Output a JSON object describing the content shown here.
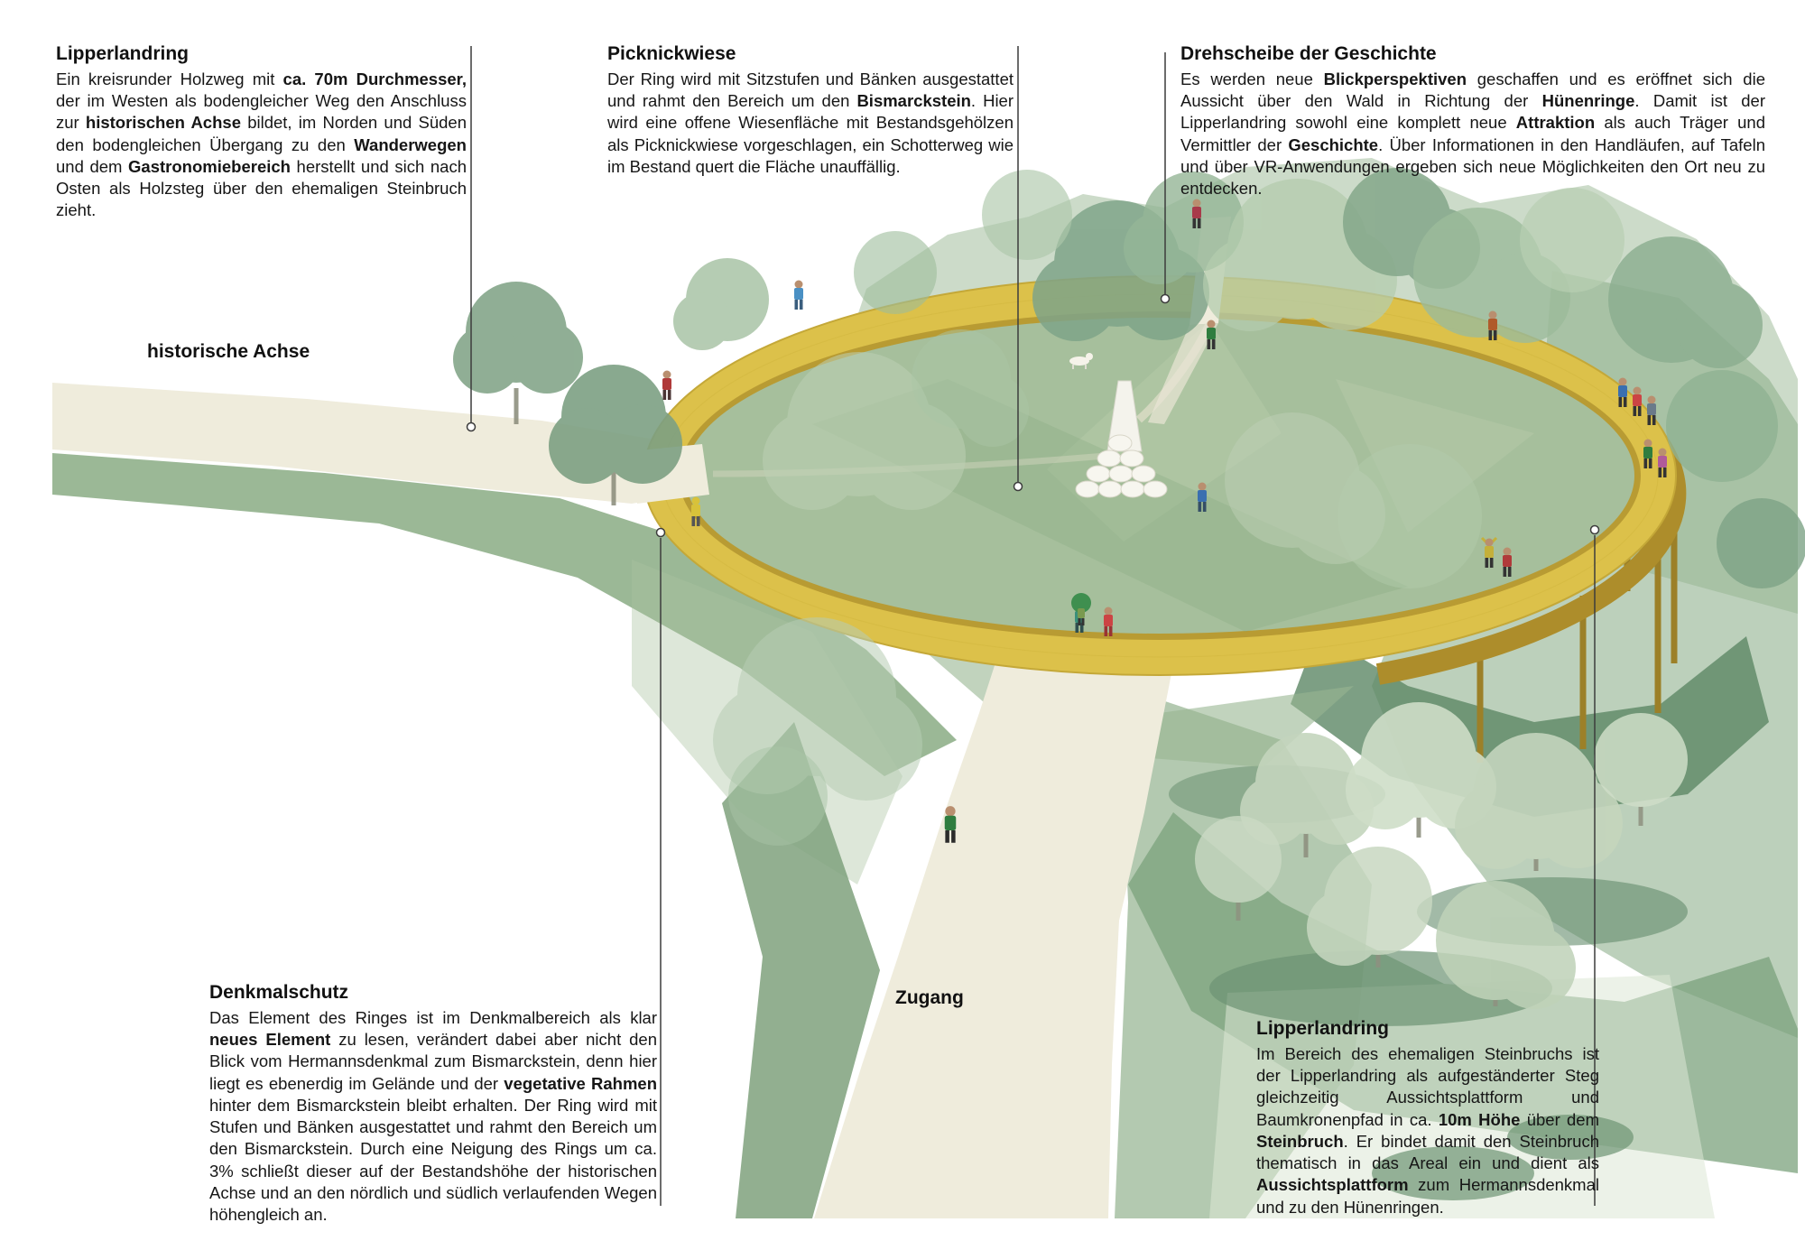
{
  "diagram": {
    "labels": {
      "historische_achse": "historische Achse",
      "zugang": "Zugang"
    }
  },
  "annotations": {
    "lipperlandring_west": {
      "title": "Lipperlandring",
      "body": [
        {
          "t": "Ein kreisrunder Holzweg mit ",
          "b": false
        },
        {
          "t": "ca. 70m Durchmesser,",
          "b": true
        },
        {
          "t": " der im Westen als bodengleicher Weg den Anschluss zur ",
          "b": false
        },
        {
          "t": "historischen Achse",
          "b": true
        },
        {
          "t": " bildet, im Norden und Süden den bodengleichen Übergang zu den ",
          "b": false
        },
        {
          "t": "Wanderwegen",
          "b": true
        },
        {
          "t": " und dem ",
          "b": false
        },
        {
          "t": "Gastronomiebereich",
          "b": true
        },
        {
          "t": " herstellt und sich nach Osten als Holzsteg über den ehemaligen Steinbruch zieht.",
          "b": false
        }
      ]
    },
    "picknickwiese": {
      "title": "Picknickwiese",
      "body": [
        {
          "t": "Der Ring wird mit Sitzstufen und Bänken ausgestattet und rahmt den Bereich um den ",
          "b": false
        },
        {
          "t": "Bismarckstein",
          "b": true
        },
        {
          "t": ". Hier wird eine offene Wiesenfläche mit Bestandsgehölzen als Picknickwiese vorgeschlagen, ein Schotterweg wie im Bestand quert die Fläche unauffällig.",
          "b": false
        }
      ]
    },
    "drehscheibe": {
      "title": "Drehscheibe der Geschichte",
      "body": [
        {
          "t": "Es werden neue ",
          "b": false
        },
        {
          "t": "Blickperspektiven",
          "b": true
        },
        {
          "t": " geschaffen und es eröffnet sich die Aussicht über den Wald in Richtung der ",
          "b": false
        },
        {
          "t": "Hünenringe",
          "b": true
        },
        {
          "t": ". Damit ist der Lipperlandring sowohl eine komplett neue ",
          "b": false
        },
        {
          "t": "Attraktion",
          "b": true
        },
        {
          "t": " als auch Träger und Vermittler der ",
          "b": false
        },
        {
          "t": "Geschichte",
          "b": true
        },
        {
          "t": ". Über Informationen in den Handläufen, auf Tafeln und über VR-Anwendungen ergeben sich neue Möglichkeiten den Ort neu zu entdecken.",
          "b": false
        }
      ]
    },
    "denkmalschutz": {
      "title": "Denkmalschutz",
      "body": [
        {
          "t": "Das Element des Ringes ist im Denkmalbereich als klar ",
          "b": false
        },
        {
          "t": "neues Element",
          "b": true
        },
        {
          "t": " zu lesen, verändert dabei aber nicht den Blick vom Hermannsdenkmal zum Bismarckstein, denn hier liegt es ebenerdig im Gelände und der ",
          "b": false
        },
        {
          "t": "vegetative Rahmen",
          "b": true
        },
        {
          "t": " hinter dem Bismarckstein bleibt erhalten. Der Ring wird mit Stufen und Bänken ausgestattet und rahmt den Bereich um den Bismarckstein. Durch eine Neigung des Rings um ca. 3% schließt dieser auf der Bestandshöhe der historischen Achse und an den nördlich und südlich verlaufenden Wegen höhengleich an.",
          "b": false
        }
      ]
    },
    "lipperlandring_steinbruch": {
      "title": "Lipperlandring",
      "body": [
        {
          "t": "Im Bereich des ehemaligen Steinbruchs ist der Lipperlandring als aufgeständerter Steg gleichzeitig Aussichtsplattform und Baumkronenpfad in ca. ",
          "b": false
        },
        {
          "t": "10m Höhe",
          "b": true
        },
        {
          "t": " über dem ",
          "b": false
        },
        {
          "t": "Steinbruch",
          "b": true
        },
        {
          "t": ". Er bindet damit den Steinbruch thematisch in das Areal ein und dient als ",
          "b": false
        },
        {
          "t": "Aussichtsplattform",
          "b": true
        },
        {
          "t": " zum Hermannsdenkmal und zu den Hünenringen.",
          "b": false
        }
      ]
    }
  },
  "colors": {
    "ring_gold": "#dcc14a",
    "ring_gold_dark": "#b89b33",
    "path_cream": "#efecdc",
    "meadow_green": "#a6bf9c",
    "quarry_dark": "#5d8765",
    "text": "#111111"
  }
}
